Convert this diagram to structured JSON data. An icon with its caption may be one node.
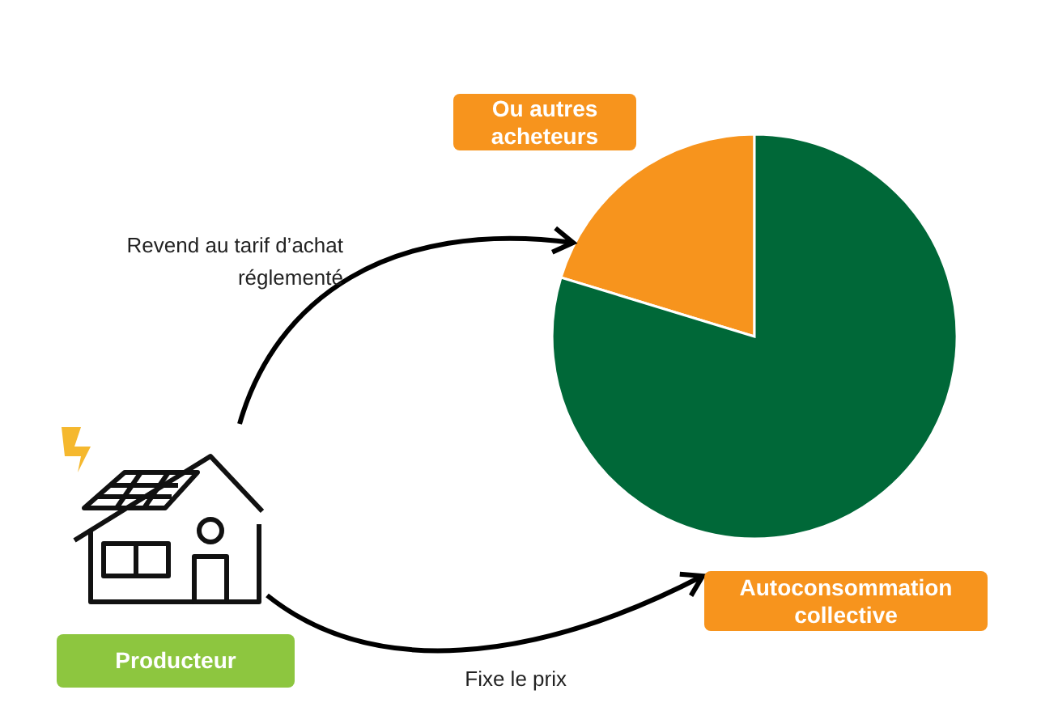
{
  "diagram": {
    "nodes": [
      {
        "text": [],
        "shape": "picture"
      },
      {
        "text": [
          "Producteur"
        ]
      },
      {
        "text": [
          "Ou autres acheteurs"
        ]
      },
      {
        "text": [],
        "shape": "slice"
      },
      {
        "text": [],
        "shape": "slice"
      },
      {
        "text": [
          "Autoconsommation collective"
        ]
      }
    ],
    "edges": [
      {
        "from": 0,
        "to": 3,
        "arrow": "to",
        "label": "Revend au tarif d’achat réglementé"
      },
      {
        "from": 0,
        "to": 5,
        "arrow": "to",
        "label": "Fixe le prix"
      }
    ]
  }
}
